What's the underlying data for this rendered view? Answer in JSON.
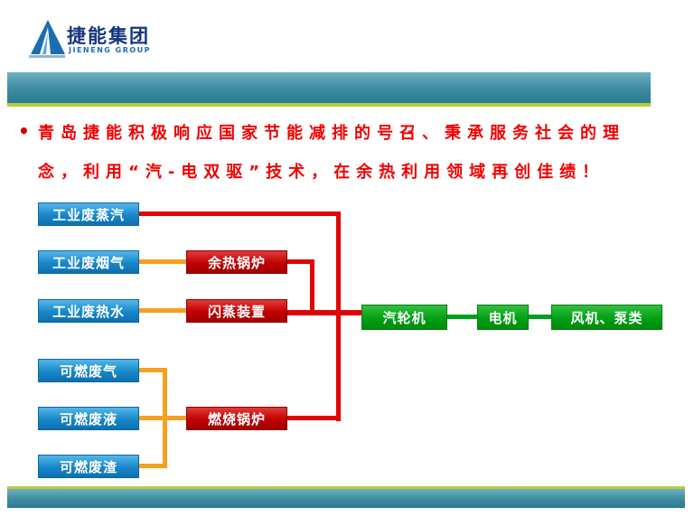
{
  "logo": {
    "company_cn": "捷能集团",
    "company_en": "JIENENG GROUP"
  },
  "slogan": {
    "bullet": "•",
    "line1": "青岛捷能积极响应国家节能减排的号召、秉承服务社会的理",
    "line2": "念，利用“汽-电双驱”技术，在余热利用领域再创佳绩！"
  },
  "diagram": {
    "sources": {
      "steam": "工业废蒸汽",
      "flue_gas": "工业废烟气",
      "hot_water": "工业废热水",
      "waste_gas": "可燃废气",
      "waste_liquid": "可燃废液",
      "waste_residue": "可燃废渣"
    },
    "converters": {
      "waste_heat_boiler": "余热锅炉",
      "flash_device": "闪蒸装置",
      "combustion_boiler": "燃烧锅炉"
    },
    "outputs": {
      "turbine": "汽轮机",
      "motor": "电机",
      "fans_pumps": "风机、泵类"
    },
    "flows": [
      {
        "from": "工业废蒸汽",
        "to": "汽轮机"
      },
      {
        "from": "工业废烟气",
        "to": "余热锅炉"
      },
      {
        "from": "余热锅炉",
        "to": "汽轮机"
      },
      {
        "from": "工业废热水",
        "to": "闪蒸装置"
      },
      {
        "from": "闪蒸装置",
        "to": "汽轮机"
      },
      {
        "from": "可燃废气",
        "to": "燃烧锅炉"
      },
      {
        "from": "可燃废液",
        "to": "燃烧锅炉"
      },
      {
        "from": "可燃废渣",
        "to": "燃烧锅炉"
      },
      {
        "from": "燃烧锅炉",
        "to": "汽轮机"
      },
      {
        "from": "汽轮机",
        "to": "电机"
      },
      {
        "from": "电机",
        "to": "风机、泵类"
      }
    ]
  },
  "colors": {
    "source_box_blue": "#1787c9",
    "converter_box_red": "#c00000",
    "output_box_green": "#00a013",
    "steam_line_red": "#e00505",
    "gas_line_orange": "#f5a01e",
    "power_line_green": "#00a01e",
    "banner_teal": "#3d8aa0",
    "banner_accent_chartreuse": "#bccb3a",
    "slogan_red": "#f00000",
    "logo_blue": "#1b6cb3"
  }
}
